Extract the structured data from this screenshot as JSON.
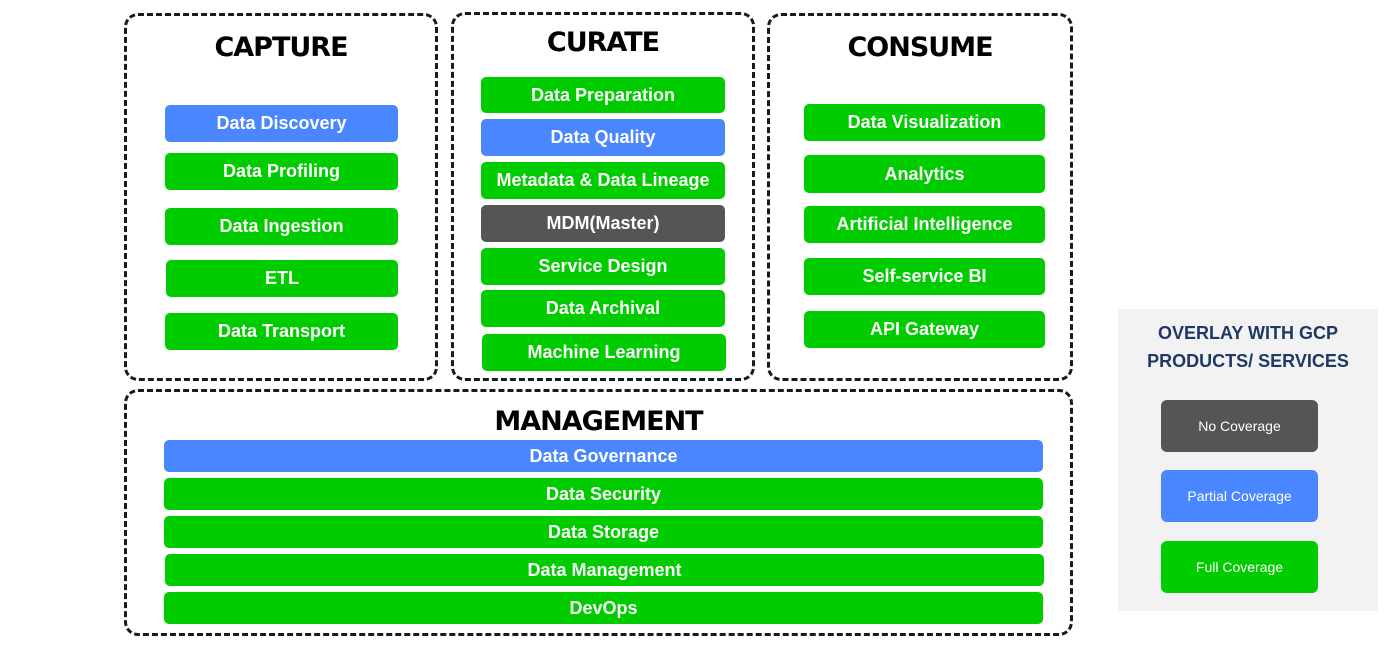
{
  "colors": {
    "full": "#00cc00",
    "partial": "#4a86ff",
    "none": "#555555",
    "legend_title": "#1f3864",
    "legend_bg": "#f2f2f2"
  },
  "capture": {
    "title": "CAPTURE",
    "items": [
      {
        "label": "Data  Discovery",
        "coverage": "partial"
      },
      {
        "label": "Data Profiling",
        "coverage": "full"
      },
      {
        "label": "Data  Ingestion",
        "coverage": "full"
      },
      {
        "label": "ETL",
        "coverage": "full"
      },
      {
        "label": "Data Transport",
        "coverage": "full"
      }
    ]
  },
  "curate": {
    "title": "CURATE",
    "items": [
      {
        "label": "Data Preparation",
        "coverage": "full"
      },
      {
        "label": "Data Quality",
        "coverage": "partial"
      },
      {
        "label": "Metadata & Data Lineage",
        "coverage": "full"
      },
      {
        "label": "MDM(Master)",
        "coverage": "none"
      },
      {
        "label": "Service Design",
        "coverage": "full"
      },
      {
        "label": "Data Archival",
        "coverage": "full"
      },
      {
        "label": "Machine Learning",
        "coverage": "full"
      }
    ]
  },
  "consume": {
    "title": "CONSUME",
    "items": [
      {
        "label": "Data Visualization",
        "coverage": "full"
      },
      {
        "label": "Analytics",
        "coverage": "full"
      },
      {
        "label": "Artificial Intelligence",
        "coverage": "full"
      },
      {
        "label": "Self-service BI",
        "coverage": "full"
      },
      {
        "label": "API Gateway",
        "coverage": "full"
      }
    ]
  },
  "management": {
    "title": "MANAGEMENT",
    "items": [
      {
        "label": "Data Governance",
        "coverage": "partial"
      },
      {
        "label": "Data Security",
        "coverage": "full"
      },
      {
        "label": "Data Storage",
        "coverage": "full"
      },
      {
        "label": "Data Management",
        "coverage": "full"
      },
      {
        "label": "DevOps",
        "coverage": "full"
      }
    ]
  },
  "legend": {
    "title_line1": "OVERLAY WITH GCP",
    "title_line2": "PRODUCTS/ SERVICES",
    "items": [
      {
        "label": "No Coverage",
        "coverage": "none"
      },
      {
        "label": "Partial Coverage",
        "coverage": "partial"
      },
      {
        "label": "Full Coverage",
        "coverage": "full"
      }
    ]
  }
}
